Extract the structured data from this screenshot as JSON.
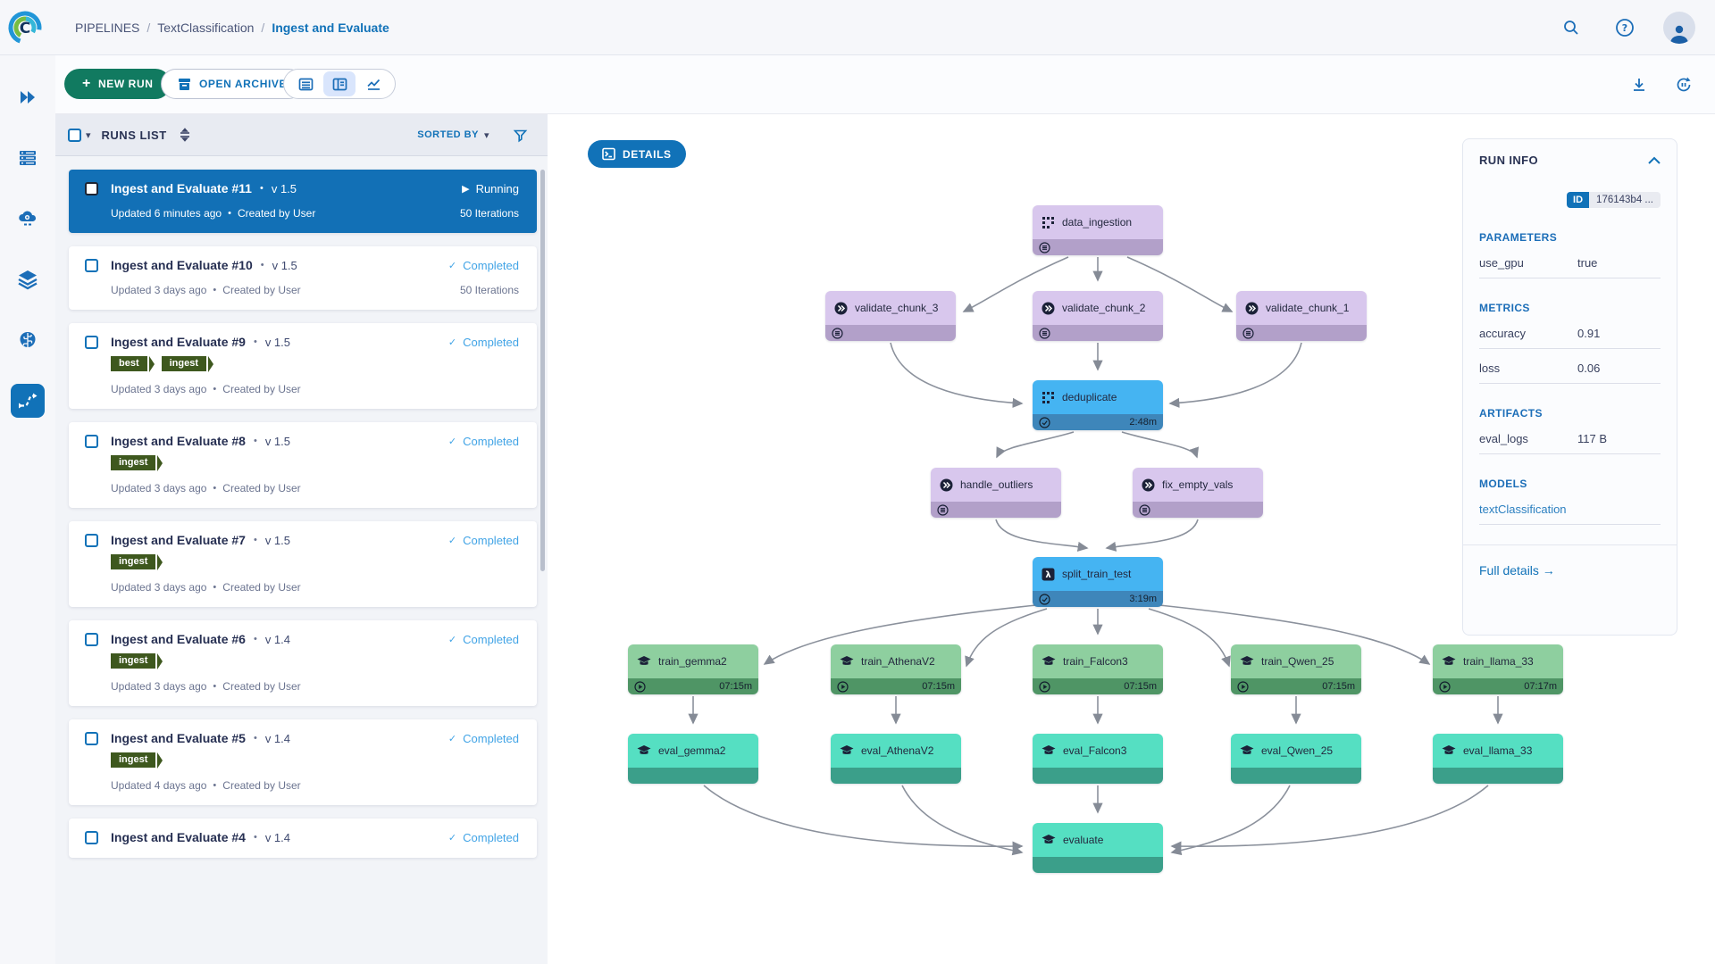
{
  "icons": {
    "plus": "+",
    "bullet": "•",
    "caret_down": "▾",
    "play": "▶",
    "check": "✓",
    "collapse": "⌃"
  },
  "header": {
    "breadcrumb": {
      "root": "PIPELINES",
      "sep1": "/",
      "project": "TextClassification",
      "sep2": "/",
      "current": "Ingest and Evaluate"
    }
  },
  "toolbar": {
    "new_run": "NEW RUN",
    "open_archive": "OPEN ARCHIVE"
  },
  "runs_panel": {
    "title": "RUNS LIST",
    "sorted_by": "SORTED BY",
    "runs": [
      {
        "title": "Ingest and Evaluate #11",
        "version": "v 1.5",
        "status": "Running",
        "updated": "Updated 6 minutes ago",
        "created": "Created by User",
        "iterations": "50 Iterations"
      },
      {
        "title": "Ingest and Evaluate #10",
        "version": "v 1.5",
        "status": "Completed",
        "updated": "Updated 3 days ago",
        "created": "Created by User",
        "iterations": "50 Iterations"
      },
      {
        "title": "Ingest and Evaluate #9",
        "version": "v 1.5",
        "status": "Completed",
        "updated": "Updated 3 days ago",
        "created": "Created by User",
        "tags": [
          "best",
          "ingest"
        ]
      },
      {
        "title": "Ingest and Evaluate #8",
        "version": "v 1.5",
        "status": "Completed",
        "updated": "Updated 3 days ago",
        "created": "Created by User",
        "tags": [
          "ingest"
        ]
      },
      {
        "title": "Ingest and Evaluate #7",
        "version": "v 1.5",
        "status": "Completed",
        "updated": "Updated 3 days ago",
        "created": "Created by User",
        "tags": [
          "ingest"
        ]
      },
      {
        "title": "Ingest and Evaluate #6",
        "version": "v 1.4",
        "status": "Completed",
        "updated": "Updated 3 days ago",
        "created": "Created by User",
        "tags": [
          "ingest"
        ]
      },
      {
        "title": "Ingest and Evaluate #5",
        "version": "v 1.4",
        "status": "Completed",
        "updated": "Updated 4 days ago",
        "created": "Created by User",
        "tags": [
          "ingest"
        ]
      },
      {
        "title": "Ingest and Evaluate #4",
        "version": "v 1.4",
        "status": "Completed",
        "updated": "",
        "created": ""
      }
    ]
  },
  "canvas": {
    "details_label": "DETAILS"
  },
  "dag": {
    "nodes": [
      {
        "label": "data_ingestion",
        "time": ""
      },
      {
        "label": "validate_chunk_3",
        "time": ""
      },
      {
        "label": "validate_chunk_2",
        "time": ""
      },
      {
        "label": "validate_chunk_1",
        "time": ""
      },
      {
        "label": "deduplicate",
        "time": "2:48m"
      },
      {
        "label": "handle_outliers",
        "time": ""
      },
      {
        "label": "fix_empty_vals",
        "time": ""
      },
      {
        "label": "split_train_test",
        "time": "3:19m"
      },
      {
        "label": "train_gemma2",
        "time": "07:15m"
      },
      {
        "label": "train_AthenaV2",
        "time": "07:15m"
      },
      {
        "label": "train_Falcon3",
        "time": "07:15m"
      },
      {
        "label": "train_Qwen_25",
        "time": "07:15m"
      },
      {
        "label": "train_llama_33",
        "time": "07:17m"
      },
      {
        "label": "eval_gemma2",
        "time": ""
      },
      {
        "label": "eval_AthenaV2",
        "time": ""
      },
      {
        "label": "eval_Falcon3",
        "time": ""
      },
      {
        "label": "eval_Qwen_25",
        "time": ""
      },
      {
        "label": "eval_llama_33",
        "time": ""
      },
      {
        "label": "evaluate",
        "time": ""
      }
    ]
  },
  "run_info": {
    "title": "RUN INFO",
    "id_label": "ID",
    "id_value": "176143b4 ...",
    "sections": {
      "parameters": "PARAMETERS",
      "metrics": "METRICS",
      "artifacts": "ARTIFACTS",
      "models": "MODELS"
    },
    "parameters": [
      {
        "name": "use_gpu",
        "value": "true"
      }
    ],
    "metrics": [
      {
        "name": "accuracy",
        "value": "0.91"
      },
      {
        "name": "loss",
        "value": "0.06"
      }
    ],
    "artifacts": [
      {
        "name": "eval_logs",
        "value": "117 B"
      }
    ],
    "models": [
      {
        "name": "textClassification"
      }
    ],
    "full_details": "Full details →"
  }
}
